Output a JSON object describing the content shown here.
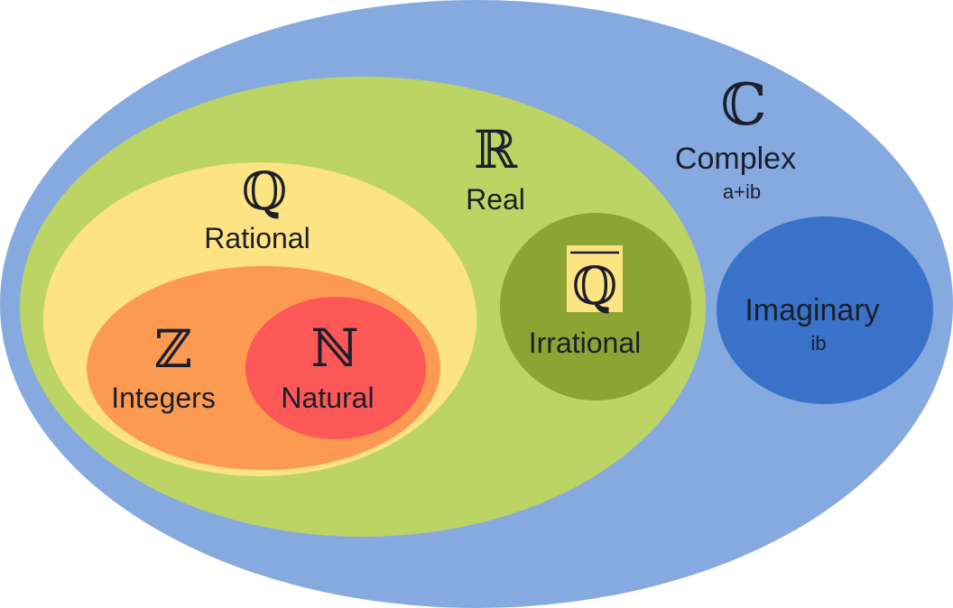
{
  "diagram": {
    "sets": {
      "complex": {
        "symbol": "ℂ",
        "name": "Complex",
        "form": "a+ib",
        "color": "#86aadf"
      },
      "real": {
        "symbol": "ℝ",
        "name": "Real",
        "color": "#bcd463"
      },
      "rational": {
        "symbol": "ℚ",
        "name": "Rational",
        "color": "#fde381"
      },
      "integers": {
        "symbol": "ℤ",
        "name": "Integers",
        "color": "#fd9a52"
      },
      "natural": {
        "symbol": "ℕ",
        "name": "Natural",
        "color": "#fd5757"
      },
      "irrational": {
        "symbol": "ℚ",
        "name": "Irrational",
        "color": "#8ba432",
        "badge_color": "#fde381"
      },
      "imaginary": {
        "name": "Imaginary",
        "form": "ib",
        "color": "#3a72c9"
      }
    }
  }
}
